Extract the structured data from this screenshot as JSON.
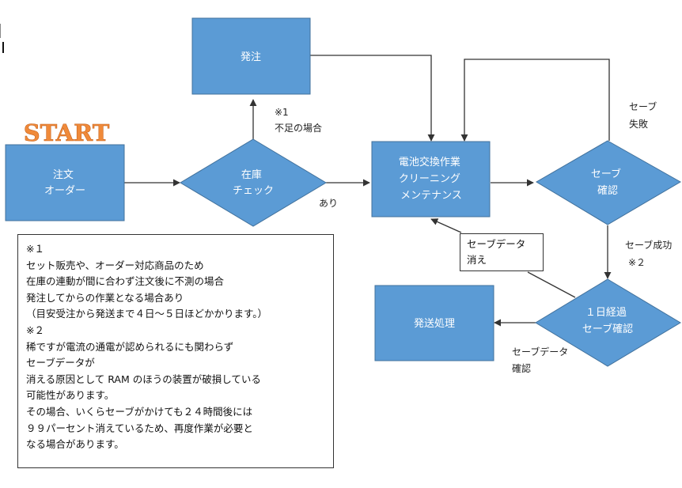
{
  "start_label": "START",
  "nodes": {
    "order_in": [
      "注文",
      "オーダー"
    ],
    "stock_check": [
      "在庫",
      "チェック"
    ],
    "order_out": [
      "発注"
    ],
    "work": [
      "電池交換作業",
      "クリーニング",
      "メンテナンス"
    ],
    "save_check": [
      "セーブ",
      "確認"
    ],
    "day_check": [
      "１日経過",
      "セーブ確認"
    ],
    "shipping": [
      "発送処理"
    ]
  },
  "edge_labels": {
    "shortage": [
      "※1",
      "不足の場合"
    ],
    "in_stock": "あり",
    "save_fail": [
      "セーブ",
      "失敗"
    ],
    "save_success": [
      "セーブ成功",
      "※２"
    ],
    "data_confirmed": [
      "セーブデータ",
      "確認"
    ]
  },
  "data_lost_label": [
    "セーブデータ",
    "消え"
  ],
  "notes": [
    "※１",
    "セット販売や、オーダー対応商品のため",
    "在庫の連動が間に合わず注文後に不測の場合",
    "発注してからの作業となる場合あり",
    "（目安受注から発送まで４日～５日ほどかかります。）",
    "※２",
    "稀ですが電流の通電が認められるにも関わらず",
    "セーブデータが",
    "消える原因として RAM のほうの装置が破損している",
    "可能性があります。",
    "その場合、いくらセーブがかけても２４時間後には",
    "９９パーセント消えているため、再度作業が必要と",
    "なる場合があります。"
  ],
  "colors": {
    "node_fill": "#5b9bd5",
    "node_stroke": "#41719c",
    "line": "#333333",
    "start_text": "#f08a3a"
  }
}
